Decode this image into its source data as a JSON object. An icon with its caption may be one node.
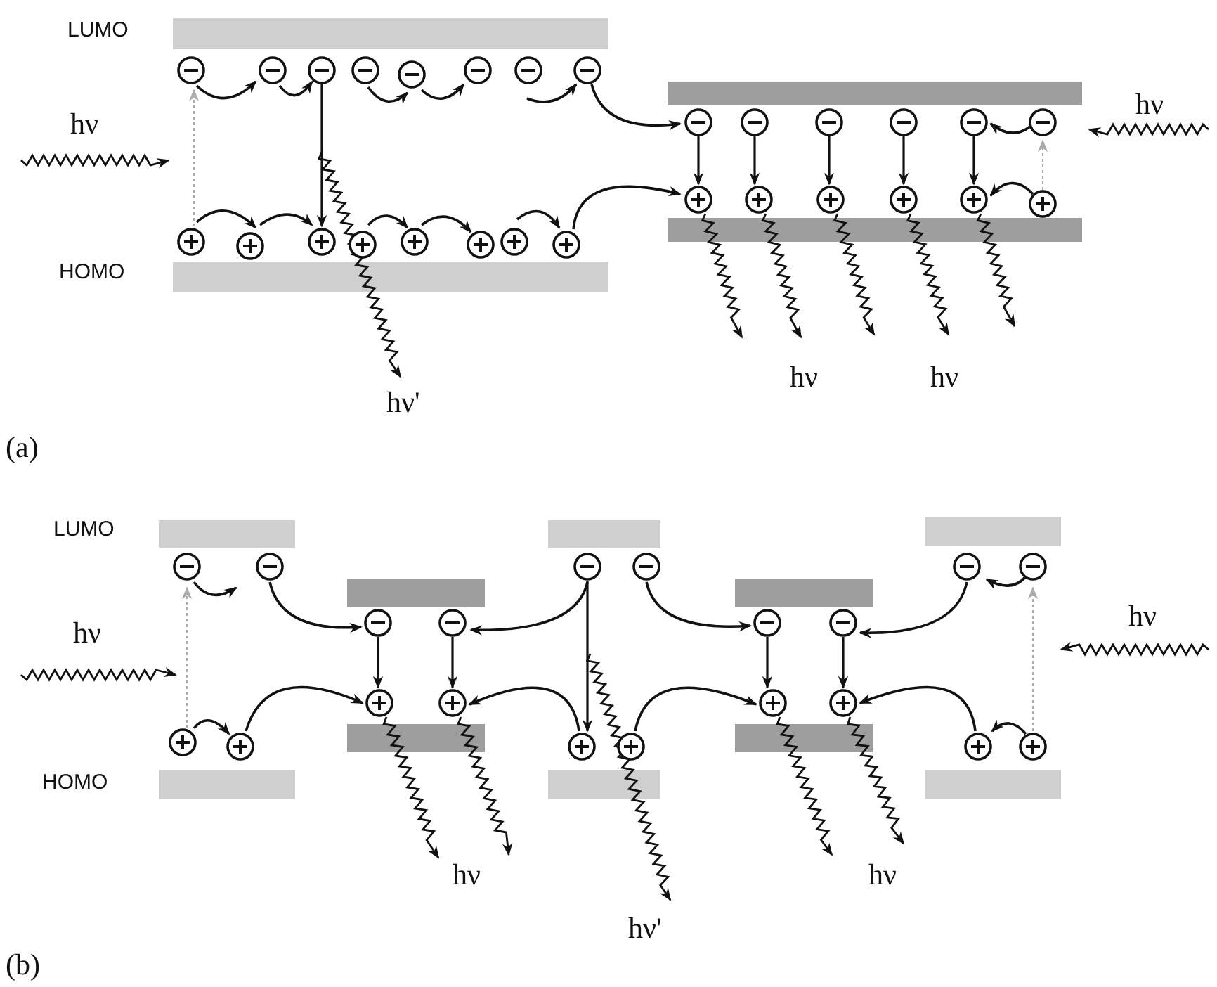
{
  "diagram": {
    "labels": [
      "LUMO",
      "hν",
      "hν",
      "HOMO",
      "hν",
      "hν",
      "hν'",
      "(a)",
      "LUMO",
      "hν",
      "hν",
      "HOMO",
      "hν",
      "hν",
      "hν'",
      "(b)"
    ]
  }
}
